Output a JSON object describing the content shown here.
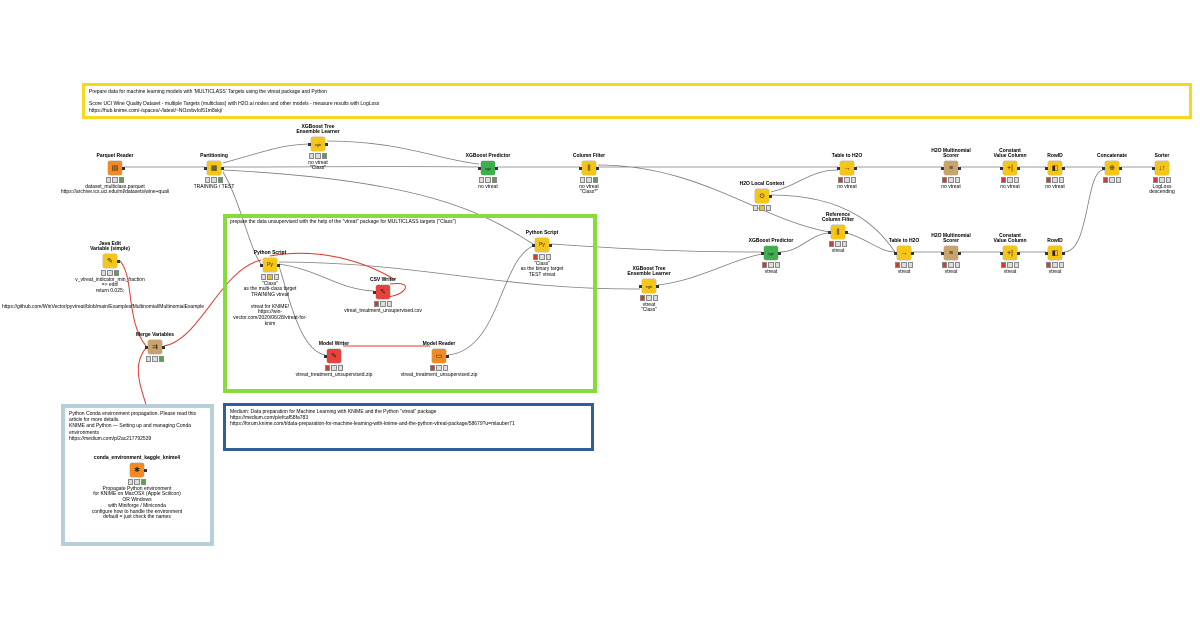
{
  "colors": {
    "node_yellow": "#f5c518",
    "node_green": "#3fae4c",
    "node_orange": "#f08a24",
    "node_red": "#e8433a",
    "node_tan": "#c8a46c",
    "annotation_yellow": "#f7d81e",
    "annotation_green": "#86dc3b",
    "annotation_blue": "#2f5e99",
    "annotation_lightblue": "#b7cfd8",
    "link_gray": "#7a7a7a",
    "link_red": "#e03a2f"
  },
  "annotations": [
    {
      "id": "top",
      "text": "Prepare data for machine learning models with 'MULTICLASS' Targets using the vtreat package and Python\n\nScore UCI Wine Quality Dataset - multiple Targets (multiclass) with H2O.ai nodes and other models - measure results with LogLoss\nhttps://hub.knime.com/-/spaces/-/latest/~NOzvbvIoI51m8skj/"
    },
    {
      "id": "vtreat",
      "text": "prepare the data unsupervised with the help of the \"vtreat\" package for MULTICLASS targets (\"Class\")"
    },
    {
      "id": "medium",
      "text": "Medium: Data preparation for Machine Learning with KNIME and the Python \"vtreat\" package\nhttps://medium.com/p/efcaf58fa783\nhttps://forum.knime.com/t/data-preparation-for-machine-learning-with-knime-and-the-python-vtreat-package/58679?u=mlauber71"
    },
    {
      "id": "conda",
      "text": "Python Conda environment propagation. Please read this article for more details.\nKNIME and Python — Setting up and managing Conda environments\nhttps://medium.com/p/2ac217792539"
    }
  ],
  "nodes": [
    {
      "id": "parquet",
      "title": "Parquet Reader",
      "label": "dataset_multiclass.parquet\nhttps://archive.ics.uci.edu/ml/datasets/wine+quali",
      "glyph": "▤",
      "status": "green"
    },
    {
      "id": "partitioning",
      "title": "Partitioning",
      "label": "TRAINING / TEST",
      "glyph": "▦",
      "status": "green"
    },
    {
      "id": "xgb_learner1",
      "title": "XGBoost Tree\nEnsemble Learner",
      "label": "no vtreat\n\"Class\"",
      "glyph": "xgb",
      "status": "green"
    },
    {
      "id": "xgb_pred1",
      "title": "XGBoost Predictor",
      "label": "no vtreat",
      "glyph": "xgb",
      "status": "green"
    },
    {
      "id": "colfilter",
      "title": "Column Filter",
      "label": "no vtreat\n\"Class*\"",
      "glyph": "⫼",
      "status": "green"
    },
    {
      "id": "t2h2o1",
      "title": "Table to H2O",
      "label": "no vtreat",
      "glyph": "→",
      "status": "red"
    },
    {
      "id": "h2o_scorer1",
      "title": "H2O Multinomial\nScorer",
      "label": "no vtreat",
      "glyph": "≡",
      "status": "red"
    },
    {
      "id": "constval1",
      "title": "Constant\nValue Column",
      "label": "no vtreat",
      "glyph": "+|",
      "status": "red"
    },
    {
      "id": "rowid1",
      "title": "RowID",
      "label": "no vtreat",
      "glyph": "◧",
      "status": "red"
    },
    {
      "id": "concat",
      "title": "Concatenate",
      "label": "",
      "glyph": "⊕",
      "status": "red"
    },
    {
      "id": "sorter",
      "title": "Sorter",
      "label": "LogLoss\ndescending",
      "glyph": "↓↑",
      "status": "red"
    },
    {
      "id": "h2ocontext",
      "title": "H2O Local Context",
      "label": "",
      "glyph": "⊙",
      "status": "yellow"
    },
    {
      "id": "refcolfilter",
      "title": "Reference\nColumn Filter",
      "label": "vtreat",
      "glyph": "⫼",
      "status": "red"
    },
    {
      "id": "xgb_pred2",
      "title": "XGBoost Predictor",
      "label": "vtreat",
      "glyph": "xgb",
      "status": "red"
    },
    {
      "id": "t2h2o2",
      "title": "Table to H2O",
      "label": "vtreat",
      "glyph": "→",
      "status": "red"
    },
    {
      "id": "h2o_scorer2",
      "title": "H2O Multinomial\nScorer",
      "label": "vtreat",
      "glyph": "≡",
      "status": "red"
    },
    {
      "id": "constval2",
      "title": "Constant\nValue Column",
      "label": "vtreat",
      "glyph": "+|",
      "status": "red"
    },
    {
      "id": "rowid2",
      "title": "RowID",
      "label": "vtreat",
      "glyph": "◧",
      "status": "red"
    },
    {
      "id": "xgb_learner2",
      "title": "XGBoost Tree\nEnsemble Learner",
      "label": "vtreat\n\"Class\"",
      "glyph": "xgb",
      "status": "red"
    },
    {
      "id": "javaedit",
      "title": "Java Edit\nVariable (simple)",
      "label": "v_vtreat_indicator_min_fraction\n=> edit!\nreturn 0.025;",
      "glyph": "✎",
      "status": "green"
    },
    {
      "id": "pyscript1",
      "title": "Python Script",
      "label": "\"Class\"\nas the multi-class target\nTRAINING vtreat\n\nvtreat for KNIME!\nhttps://win-vector.com/2020/06/28/vtreat-for-knim",
      "glyph": "Py",
      "status": "yellow"
    },
    {
      "id": "csvwriter",
      "title": "CSV Writer",
      "label": "vtreat_treatment_unsupervised.csv",
      "glyph": "✎",
      "status": "red"
    },
    {
      "id": "pyscript2",
      "title": "Python Script",
      "label": "\"Class\"\nas the binary target\nTEST  vtreat",
      "glyph": "Py",
      "status": "red"
    },
    {
      "id": "modelwriter",
      "title": "Model Writer",
      "label": "vtreat_treatment_unsupervised.zip",
      "glyph": "✎",
      "status": "red"
    },
    {
      "id": "modelreader",
      "title": "Model Reader",
      "label": "vtreat_treatment_unsupervised.zip",
      "glyph": "▭",
      "status": "red"
    },
    {
      "id": "mergevars",
      "title": "Merge Variables",
      "label": "",
      "glyph": "⇉",
      "status": "green"
    },
    {
      "id": "conda",
      "title": "conda_environment_kaggle_knime4",
      "label": "Propagate Python environment\nfor KNIME on MacOSX  (Apple Scilicon)\nOR Windows\nwith Miniforge / Miniconda\nconfigure how to handle the environment\ndefault = just check the names",
      "glyph": "✱",
      "status": "green"
    }
  ],
  "free_labels": [
    {
      "id": "github",
      "text": "https://github.com/WinVector/pyvtreat/blob/main/Examples/Multinomial/MultinomialExample"
    }
  ]
}
